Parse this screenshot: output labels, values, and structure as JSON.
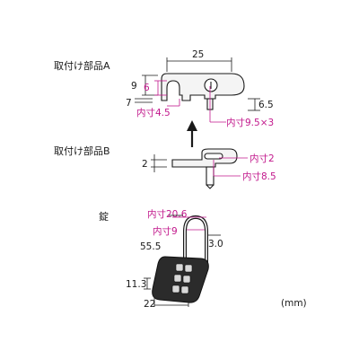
{
  "parts": {
    "part_a": {
      "title": "取付け部品A",
      "width": "25",
      "height": "9",
      "slot_height": "6",
      "thickness": "7",
      "pin_length": "6.5",
      "hole_inner": "内寸4.5",
      "slot_inner": "内寸9.5×3"
    },
    "part_b": {
      "title": "取付け部品B",
      "thickness": "2",
      "slot_inner_w": "内寸2",
      "slot_inner_l": "内寸8.5"
    },
    "lock": {
      "title": "錠",
      "shackle_inner_w": "内寸20.6",
      "shackle_inner_gap": "内寸9",
      "height": "55.5",
      "shackle_dia": "3.0",
      "thickness": "11.3",
      "width": "22"
    }
  },
  "unit": "(mm)",
  "colors": {
    "line": "#1a1a1a",
    "dimension": "#c2188c",
    "body_dark": "#2b2b2b",
    "body_fill": "#f2f2f2"
  }
}
